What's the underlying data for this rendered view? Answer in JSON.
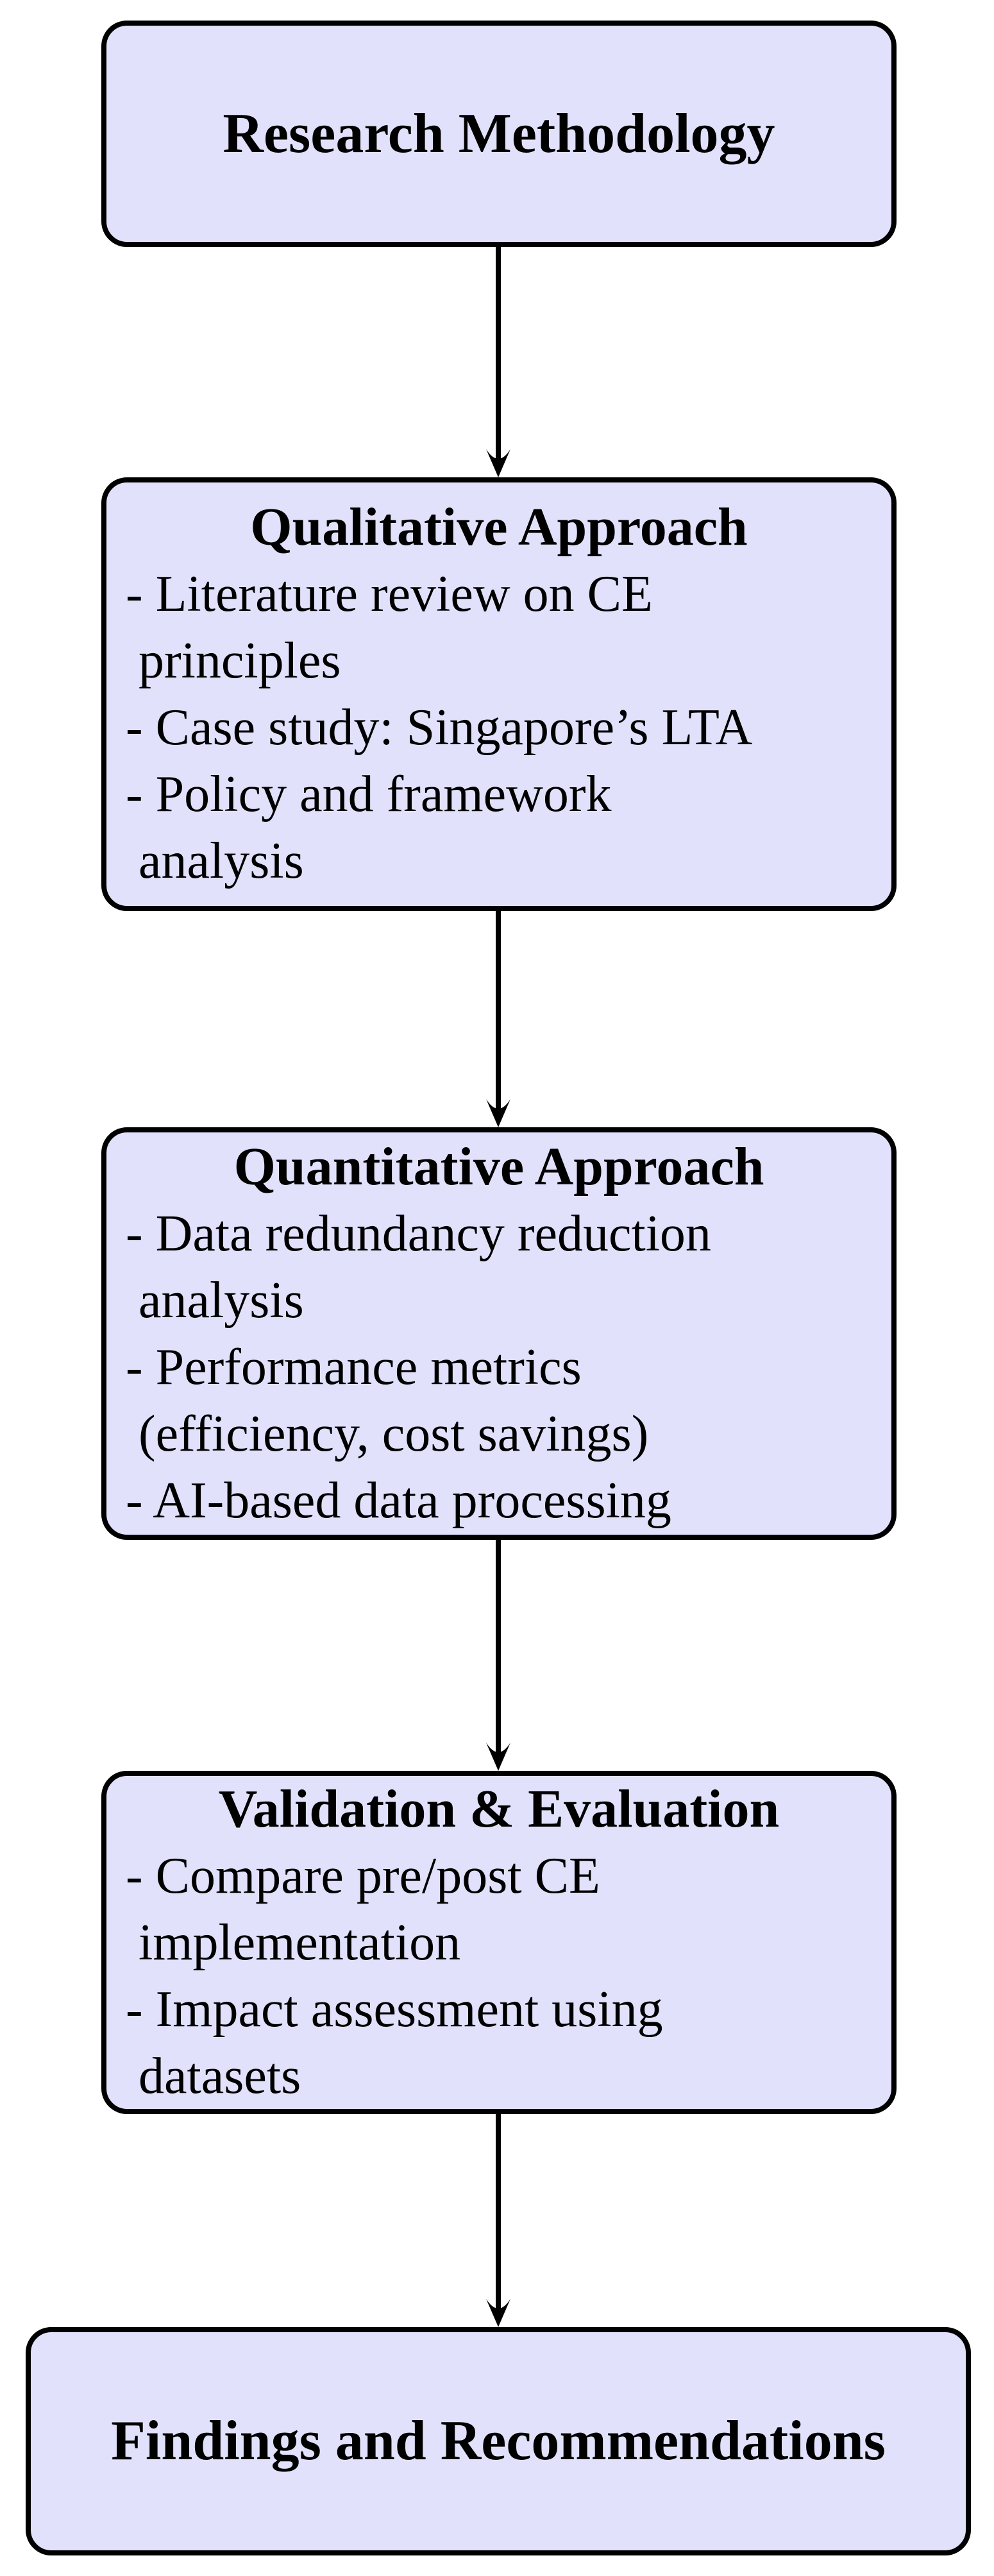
{
  "flowchart": {
    "colors": {
      "node_fill": "#e1e1fb",
      "node_border": "#000000",
      "arrow": "#000000",
      "page_bg": "#ffffff"
    },
    "nodes": [
      {
        "id": "research-methodology",
        "title": "Research Methodology",
        "lines": []
      },
      {
        "id": "qualitative-approach",
        "title": "Qualitative Approach",
        "lines": [
          "- Literature review on CE",
          " principles",
          "- Case study: Singapore’s LTA",
          "- Policy and framework",
          " analysis"
        ]
      },
      {
        "id": "quantitative-approach",
        "title": "Quantitative Approach",
        "lines": [
          "- Data redundancy reduction",
          " analysis",
          "- Performance metrics",
          " (efficiency, cost savings)",
          "- AI-based data processing"
        ]
      },
      {
        "id": "validation-evaluation",
        "title": "Validation & Evaluation",
        "lines": [
          "- Compare pre/post CE",
          " implementation",
          "- Impact assessment using",
          " datasets"
        ]
      },
      {
        "id": "findings-recommendations",
        "title": "Findings and Recommendations",
        "lines": []
      }
    ]
  }
}
